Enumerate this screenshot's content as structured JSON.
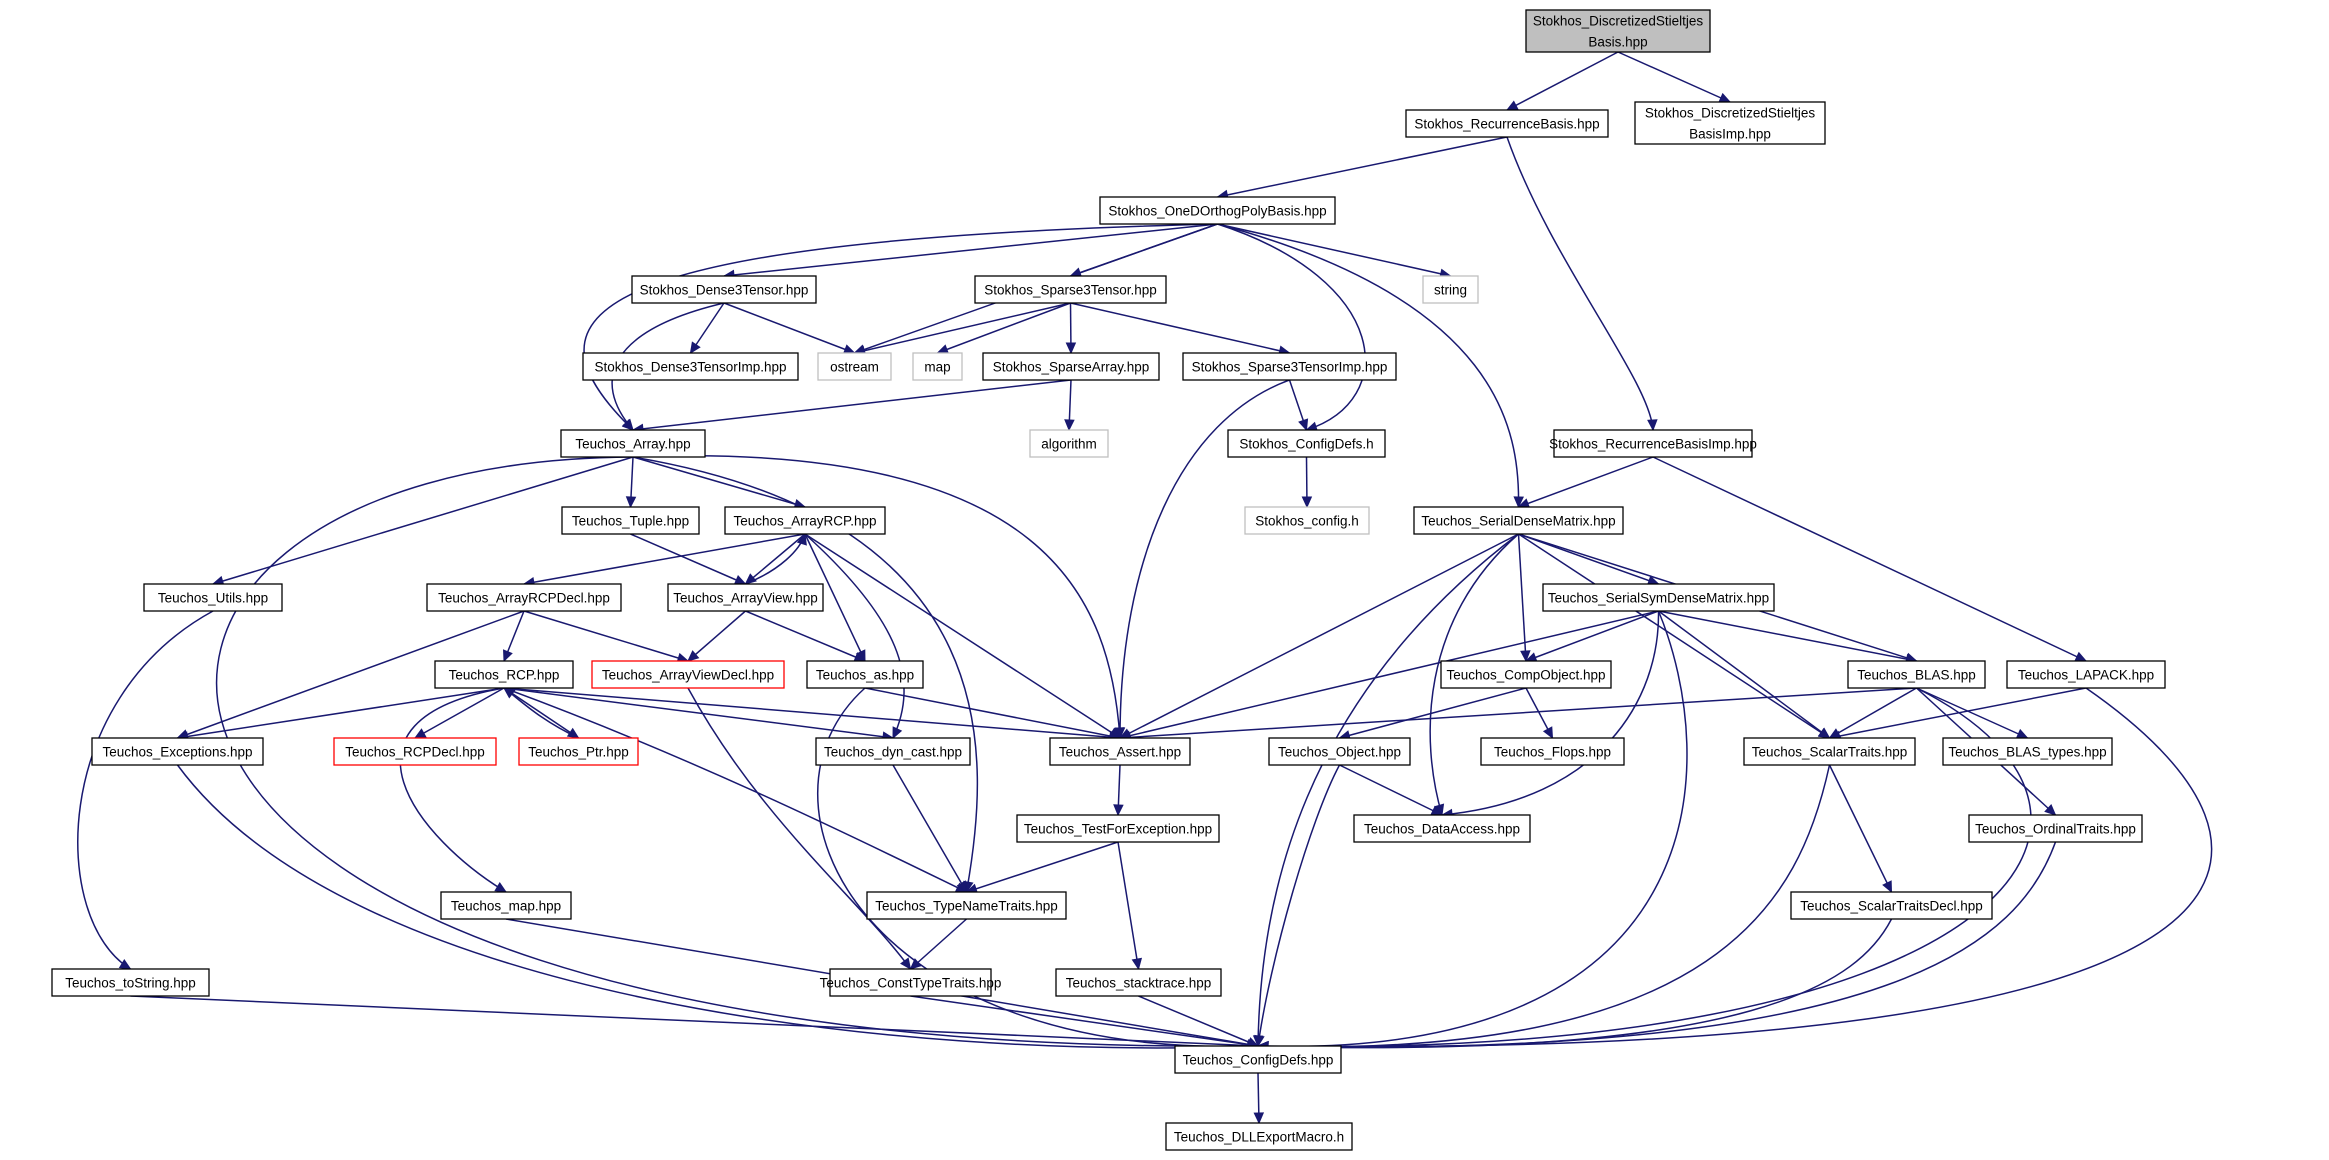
{
  "nodes": [
    {
      "id": "root",
      "lines": [
        "Stokhos_DiscretizedStieltjes",
        "Basis.hpp"
      ],
      "kind": "root"
    },
    {
      "id": "rb",
      "lines": [
        "Stokhos_RecurrenceBasis.hpp"
      ],
      "kind": "normal"
    },
    {
      "id": "dsbi",
      "lines": [
        "Stokhos_DiscretizedStieltjes",
        "BasisImp.hpp"
      ],
      "kind": "normal"
    },
    {
      "id": "odob",
      "lines": [
        "Stokhos_OneDOrthogPolyBasis.hpp"
      ],
      "kind": "normal"
    },
    {
      "id": "d3t",
      "lines": [
        "Stokhos_Dense3Tensor.hpp"
      ],
      "kind": "normal"
    },
    {
      "id": "s3t",
      "lines": [
        "Stokhos_Sparse3Tensor.hpp"
      ],
      "kind": "normal"
    },
    {
      "id": "string",
      "lines": [
        "string"
      ],
      "kind": "system"
    },
    {
      "id": "d3ti",
      "lines": [
        "Stokhos_Dense3TensorImp.hpp"
      ],
      "kind": "normal"
    },
    {
      "id": "ostream",
      "lines": [
        "ostream"
      ],
      "kind": "system"
    },
    {
      "id": "map",
      "lines": [
        "map"
      ],
      "kind": "system"
    },
    {
      "id": "sa",
      "lines": [
        "Stokhos_SparseArray.hpp"
      ],
      "kind": "normal"
    },
    {
      "id": "s3ti",
      "lines": [
        "Stokhos_Sparse3TensorImp.hpp"
      ],
      "kind": "normal"
    },
    {
      "id": "algorithm",
      "lines": [
        "algorithm"
      ],
      "kind": "system"
    },
    {
      "id": "tarr",
      "lines": [
        "Teuchos_Array.hpp"
      ],
      "kind": "normal"
    },
    {
      "id": "scd",
      "lines": [
        "Stokhos_ConfigDefs.h"
      ],
      "kind": "normal"
    },
    {
      "id": "rbi",
      "lines": [
        "Stokhos_RecurrenceBasisImp.hpp"
      ],
      "kind": "normal"
    },
    {
      "id": "sconf",
      "lines": [
        "Stokhos_config.h"
      ],
      "kind": "system"
    },
    {
      "id": "ttuple",
      "lines": [
        "Teuchos_Tuple.hpp"
      ],
      "kind": "normal"
    },
    {
      "id": "tarcp",
      "lines": [
        "Teuchos_ArrayRCP.hpp"
      ],
      "kind": "normal"
    },
    {
      "id": "tsdm",
      "lines": [
        "Teuchos_SerialDenseMatrix.hpp"
      ],
      "kind": "normal"
    },
    {
      "id": "tutils",
      "lines": [
        "Teuchos_Utils.hpp"
      ],
      "kind": "normal"
    },
    {
      "id": "tarcpd",
      "lines": [
        "Teuchos_ArrayRCPDecl.hpp"
      ],
      "kind": "normal"
    },
    {
      "id": "tav",
      "lines": [
        "Teuchos_ArrayView.hpp"
      ],
      "kind": "normal"
    },
    {
      "id": "tssdm",
      "lines": [
        "Teuchos_SerialSymDenseMatrix.hpp"
      ],
      "kind": "normal"
    },
    {
      "id": "trcp",
      "lines": [
        "Teuchos_RCP.hpp"
      ],
      "kind": "normal"
    },
    {
      "id": "tavd",
      "lines": [
        "Teuchos_ArrayViewDecl.hpp"
      ],
      "kind": "red"
    },
    {
      "id": "tas",
      "lines": [
        "Teuchos_as.hpp"
      ],
      "kind": "normal"
    },
    {
      "id": "tco",
      "lines": [
        "Teuchos_CompObject.hpp"
      ],
      "kind": "normal"
    },
    {
      "id": "tblas",
      "lines": [
        "Teuchos_BLAS.hpp"
      ],
      "kind": "normal"
    },
    {
      "id": "tlapack",
      "lines": [
        "Teuchos_LAPACK.hpp"
      ],
      "kind": "normal"
    },
    {
      "id": "texc",
      "lines": [
        "Teuchos_Exceptions.hpp"
      ],
      "kind": "normal"
    },
    {
      "id": "trcpd",
      "lines": [
        "Teuchos_RCPDecl.hpp"
      ],
      "kind": "red"
    },
    {
      "id": "tptr",
      "lines": [
        "Teuchos_Ptr.hpp"
      ],
      "kind": "red"
    },
    {
      "id": "tdc",
      "lines": [
        "Teuchos_dyn_cast.hpp"
      ],
      "kind": "normal"
    },
    {
      "id": "tassert",
      "lines": [
        "Teuchos_Assert.hpp"
      ],
      "kind": "normal"
    },
    {
      "id": "tobj",
      "lines": [
        "Teuchos_Object.hpp"
      ],
      "kind": "normal"
    },
    {
      "id": "tflops",
      "lines": [
        "Teuchos_Flops.hpp"
      ],
      "kind": "normal"
    },
    {
      "id": "tst",
      "lines": [
        "Teuchos_ScalarTraits.hpp"
      ],
      "kind": "normal"
    },
    {
      "id": "tblast",
      "lines": [
        "Teuchos_BLAS_types.hpp"
      ],
      "kind": "normal"
    },
    {
      "id": "tda",
      "lines": [
        "Teuchos_DataAccess.hpp"
      ],
      "kind": "normal"
    },
    {
      "id": "tot",
      "lines": [
        "Teuchos_OrdinalTraits.hpp"
      ],
      "kind": "normal"
    },
    {
      "id": "ttfe",
      "lines": [
        "Teuchos_TestForException.hpp"
      ],
      "kind": "normal"
    },
    {
      "id": "tmap",
      "lines": [
        "Teuchos_map.hpp"
      ],
      "kind": "normal"
    },
    {
      "id": "ttnt",
      "lines": [
        "Teuchos_TypeNameTraits.hpp"
      ],
      "kind": "normal"
    },
    {
      "id": "tstd",
      "lines": [
        "Teuchos_ScalarTraitsDecl.hpp"
      ],
      "kind": "normal"
    },
    {
      "id": "ttostr",
      "lines": [
        "Teuchos_toString.hpp"
      ],
      "kind": "normal"
    },
    {
      "id": "tctt",
      "lines": [
        "Teuchos_ConstTypeTraits.hpp"
      ],
      "kind": "normal"
    },
    {
      "id": "tstack",
      "lines": [
        "Teuchos_stacktrace.hpp"
      ],
      "kind": "normal"
    },
    {
      "id": "tcd",
      "lines": [
        "Teuchos_ConfigDefs.hpp"
      ],
      "kind": "normal"
    },
    {
      "id": "tdll",
      "lines": [
        "Teuchos_DLLExportMacro.h"
      ],
      "kind": "normal"
    }
  ],
  "edges": [
    [
      "root",
      "rb"
    ],
    [
      "root",
      "dsbi"
    ],
    [
      "rb",
      "odob"
    ],
    [
      "rb",
      "rbi"
    ],
    [
      "odob",
      "d3t"
    ],
    [
      "odob",
      "s3t"
    ],
    [
      "odob",
      "string"
    ],
    [
      "odob",
      "ostream"
    ],
    [
      "odob",
      "tarr"
    ],
    [
      "odob",
      "scd"
    ],
    [
      "odob",
      "tsdm"
    ],
    [
      "d3t",
      "d3ti"
    ],
    [
      "d3t",
      "ostream"
    ],
    [
      "d3t",
      "tarr"
    ],
    [
      "s3t",
      "ostream"
    ],
    [
      "s3t",
      "map"
    ],
    [
      "s3t",
      "sa"
    ],
    [
      "s3t",
      "s3ti"
    ],
    [
      "sa",
      "algorithm"
    ],
    [
      "sa",
      "tarr"
    ],
    [
      "s3ti",
      "scd"
    ],
    [
      "s3ti",
      "tassert"
    ],
    [
      "scd",
      "sconf"
    ],
    [
      "rbi",
      "tsdm"
    ],
    [
      "rbi",
      "tlapack"
    ],
    [
      "tarr",
      "ttuple"
    ],
    [
      "tarr",
      "tarcp"
    ],
    [
      "tarr",
      "tutils"
    ],
    [
      "tarr",
      "tassert"
    ],
    [
      "tarr",
      "ttnt"
    ],
    [
      "tarr",
      "tcd"
    ],
    [
      "ttuple",
      "tav"
    ],
    [
      "tarcp",
      "tarcpd"
    ],
    [
      "tarcp",
      "tav"
    ],
    [
      "tarcp",
      "tas"
    ],
    [
      "tarcp",
      "tassert"
    ],
    [
      "tarcp",
      "tdc"
    ],
    [
      "tav",
      "tarcp"
    ],
    [
      "tav",
      "tavd"
    ],
    [
      "tav",
      "tas"
    ],
    [
      "tutils",
      "ttostr"
    ],
    [
      "tarcpd",
      "trcp"
    ],
    [
      "tarcpd",
      "tavd"
    ],
    [
      "tarcpd",
      "texc"
    ],
    [
      "tavd",
      "tctt"
    ],
    [
      "tas",
      "tassert"
    ],
    [
      "tas",
      "tcd"
    ],
    [
      "trcp",
      "texc"
    ],
    [
      "trcp",
      "trcpd"
    ],
    [
      "trcp",
      "tptr"
    ],
    [
      "trcp",
      "tdc"
    ],
    [
      "trcp",
      "tassert"
    ],
    [
      "trcp",
      "tmap"
    ],
    [
      "trcp",
      "ttnt"
    ],
    [
      "tptr",
      "trcp"
    ],
    [
      "tsdm",
      "tssdm"
    ],
    [
      "tsdm",
      "tco"
    ],
    [
      "tsdm",
      "tblas"
    ],
    [
      "tsdm",
      "tassert"
    ],
    [
      "tsdm",
      "tst"
    ],
    [
      "tsdm",
      "tda"
    ],
    [
      "tsdm",
      "tcd"
    ],
    [
      "tssdm",
      "tco"
    ],
    [
      "tssdm",
      "tblas"
    ],
    [
      "tssdm",
      "tassert"
    ],
    [
      "tssdm",
      "tst"
    ],
    [
      "tssdm",
      "tda"
    ],
    [
      "tssdm",
      "tcd"
    ],
    [
      "tco",
      "tobj"
    ],
    [
      "tco",
      "tflops"
    ],
    [
      "tobj",
      "tda"
    ],
    [
      "tobj",
      "tcd"
    ],
    [
      "tblas",
      "tassert"
    ],
    [
      "tblas",
      "tst"
    ],
    [
      "tblas",
      "tblast"
    ],
    [
      "tblas",
      "tot"
    ],
    [
      "tblas",
      "tcd"
    ],
    [
      "tlapack",
      "tst"
    ],
    [
      "tlapack",
      "tcd"
    ],
    [
      "texc",
      "tcd"
    ],
    [
      "tdc",
      "ttnt"
    ],
    [
      "tassert",
      "ttfe"
    ],
    [
      "ttfe",
      "ttnt"
    ],
    [
      "ttfe",
      "tstack"
    ],
    [
      "ttnt",
      "tctt"
    ],
    [
      "tst",
      "tstd"
    ],
    [
      "tst",
      "tcd"
    ],
    [
      "tstd",
      "tcd"
    ],
    [
      "tot",
      "tcd"
    ],
    [
      "tmap",
      "tcd"
    ],
    [
      "ttostr",
      "tcd"
    ],
    [
      "tctt",
      "tcd"
    ],
    [
      "tstack",
      "tcd"
    ],
    [
      "tcd",
      "tdll"
    ]
  ]
}
